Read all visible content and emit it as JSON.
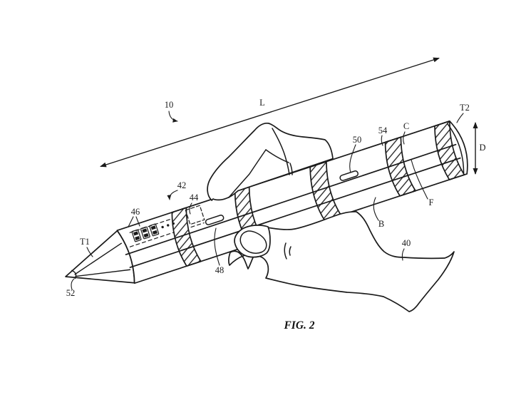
{
  "figure": {
    "caption": "FIG. 2",
    "type": "patent-line-drawing",
    "subject": "hand holding a stylus with hatched bands, contact pads and slot openings",
    "colors": {
      "line": "#1a1a1a",
      "background": "#ffffff"
    },
    "labels": {
      "n10": "10",
      "L": "L",
      "T1": "T1",
      "T2": "T2",
      "D": "D",
      "C": "C",
      "B": "B",
      "F": "F",
      "n40": "40",
      "n42": "42",
      "n44": "44",
      "n46": "46",
      "n48": "48",
      "n50": "50",
      "n52": "52",
      "n54": "54"
    }
  }
}
